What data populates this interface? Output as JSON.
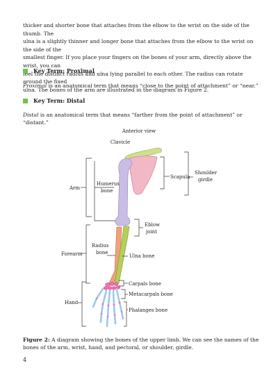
{
  "body_paragraph": [
    "thicker and shorter bone that attaches from the elbow to the wrist on the side of the thumb. The",
    "ulna is a slightly thinner and longer bone that attaches from the elbow to the wrist on the side of the",
    "smallest finger. If you place your fingers on the bones of your arm, directly above the wrist, you can",
    "feel the distinct radius and ulna lying parallel to each other. The radius can rotate around the fixed",
    "ulna. The bones of the arm are illustrated in the diagram in Figure 2."
  ],
  "key_terms": [
    {
      "heading": "Key Term: Proximal",
      "term": "Proximal",
      "definition": " is an anatomical term that means “close to the point of attachment” or “near.”"
    },
    {
      "heading": "Key Term: Distal",
      "term": "Distal",
      "definition": " is an anatomical term that means “farther from the point of attachment” or “distant.”"
    }
  ],
  "diagram": {
    "view_label": "Anterior view",
    "labels": {
      "clavicle": "Clavicle",
      "scapula": "Scapula",
      "shoulder_girdle": [
        "Shoulder",
        "girdle"
      ],
      "arm": "Arm",
      "humerus": [
        "Humerus",
        "bone"
      ],
      "elbow": [
        "Eblow",
        "joint"
      ],
      "radius": [
        "Radius",
        "bone"
      ],
      "forearm": "Forearm",
      "ulna": "Ulna bone",
      "carpals": "Carpals bone",
      "metacarpals": "Metacarpals bone",
      "hand": "Hand",
      "phalanges": "Phalanges bone"
    },
    "colors": {
      "clavicle": "#cfe08a",
      "scapula": "#f2b8c6",
      "humerus": "#c9bde6",
      "radius": "#f0a27a",
      "ulna": "#b5cf5a",
      "carpals": "#ef6fb0",
      "hand_bones": "#9ec7ea",
      "bracket": "#333333"
    }
  },
  "caption": {
    "label": "Figure 2:",
    "text": " A diagram showing the bones of the upper limb. We can see the names of the bones of the arm, wrist, hand, and pectoral, or shoulder, girdle."
  },
  "page_number": "4"
}
